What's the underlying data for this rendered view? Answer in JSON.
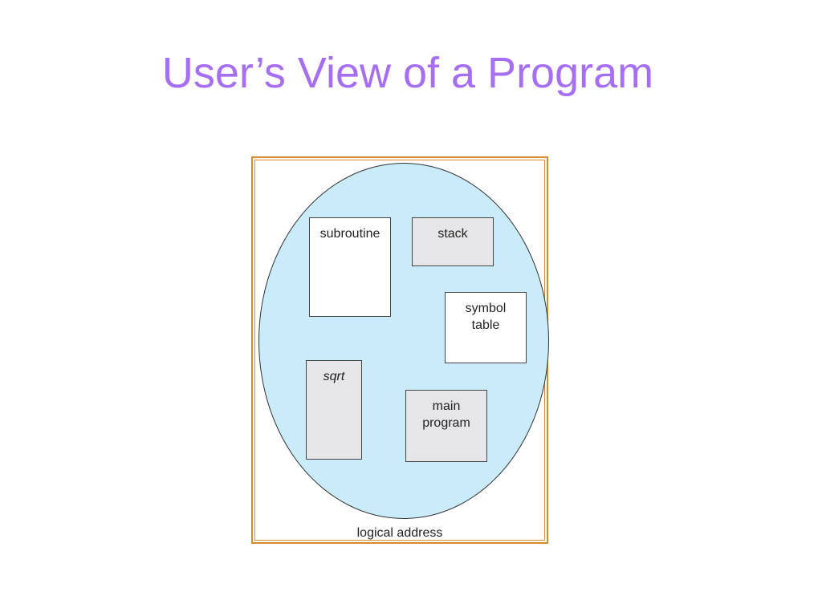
{
  "title": "User’s View of a Program",
  "diagram": {
    "segments": {
      "subroutine": "subroutine",
      "stack": "stack",
      "symbol_table": [
        "symbol",
        "table"
      ],
      "sqrt": "sqrt",
      "main_program": [
        "main",
        "program"
      ]
    },
    "caption": "logical address"
  }
}
